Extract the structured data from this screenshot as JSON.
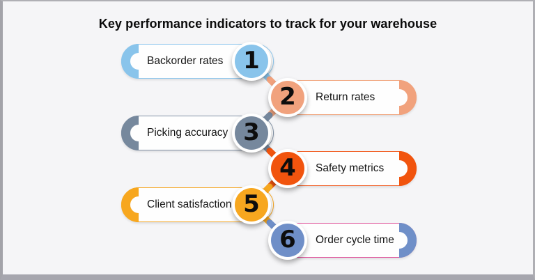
{
  "title": "Key performance indicators to track for your warehouse",
  "background_color": "#F5F5F7",
  "frame_border_color": "#A6A6AE",
  "items": [
    {
      "number": "1",
      "label": "Backorder rates",
      "color": "#89C4EB",
      "border_color": "#8FC7ED",
      "badge_side": "right"
    },
    {
      "number": "2",
      "label": "Return rates",
      "color": "#F1A27D",
      "border_color": "#F1A67F",
      "badge_side": "left"
    },
    {
      "number": "3",
      "label": "Picking accuracy",
      "color": "#76889D",
      "border_color": "#8191A5",
      "badge_side": "right"
    },
    {
      "number": "4",
      "label": "Safety metrics",
      "color": "#F1540E",
      "border_color": "#F2632B",
      "badge_side": "left"
    },
    {
      "number": "5",
      "label": "Client satisfaction",
      "color": "#F7A71F",
      "border_color": "#F5A623",
      "badge_side": "right"
    },
    {
      "number": "6",
      "label": "Order cycle time",
      "color": "#6F8FC8",
      "border_color": "#E0559C",
      "badge_side": "left"
    }
  ]
}
